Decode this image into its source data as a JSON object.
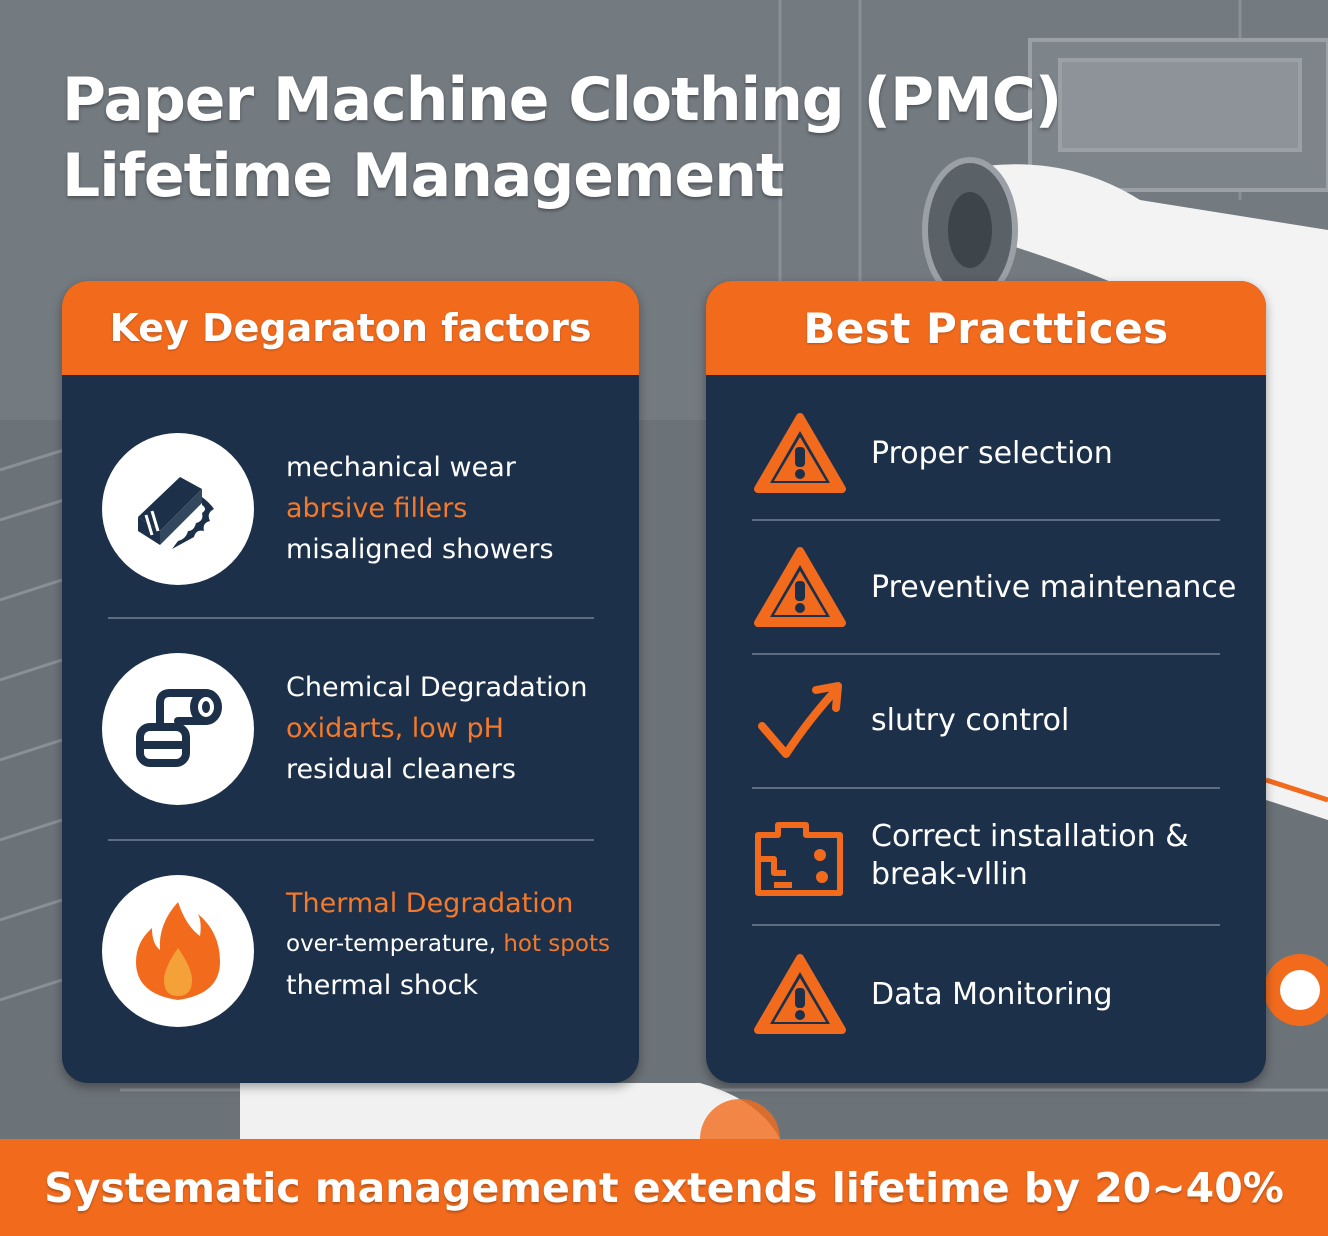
{
  "title": {
    "line1": "Paper Machine Clothing (PMC)",
    "line2": "Lifetime Management"
  },
  "left_panel": {
    "header": "Key Degaraton factors",
    "factors": [
      {
        "icon": "fabric-wear-icon",
        "lines": [
          "mechanical wear",
          "abrsive fillers",
          "misaligned showers"
        ]
      },
      {
        "icon": "chemical-roll-icon",
        "lines": [
          "Chemical Degradation",
          "oxidarts, low pH",
          "residual cleaners"
        ]
      },
      {
        "icon": "flame-icon",
        "line1": "Thermal Degradation",
        "line2_prefix": "over-temperature,",
        "line2_highlight": "hot spots",
        "line3": "thermal shock"
      }
    ]
  },
  "right_panel": {
    "header": "Best Practtices",
    "items": [
      {
        "icon": "warning-icon",
        "label": "Proper selection"
      },
      {
        "icon": "warning-icon",
        "label": "Preventive maintenance"
      },
      {
        "icon": "checkmark-arrow-icon",
        "label": "slutry control"
      },
      {
        "icon": "installation-icon",
        "label": "Correct installation & break-vllin"
      },
      {
        "icon": "warning-icon",
        "label": "Data Monitoring"
      }
    ]
  },
  "banner": "Systematic management extends lifetime by 20~40%",
  "colors": {
    "accent": "#f26b1d",
    "panel": "#1d3049",
    "background": "#6b7278"
  }
}
